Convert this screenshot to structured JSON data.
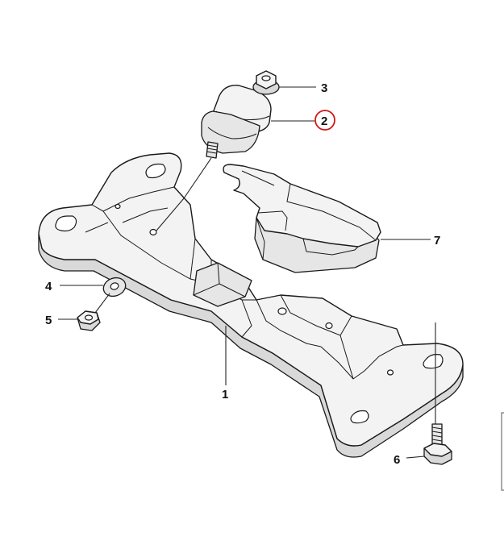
{
  "callouts": {
    "c1": "1",
    "c2": "2",
    "c3": "3",
    "c4": "4",
    "c5": "5",
    "c6": "6",
    "c7": "7"
  },
  "highlight": {
    "callout": "2",
    "color": "#d01818"
  }
}
